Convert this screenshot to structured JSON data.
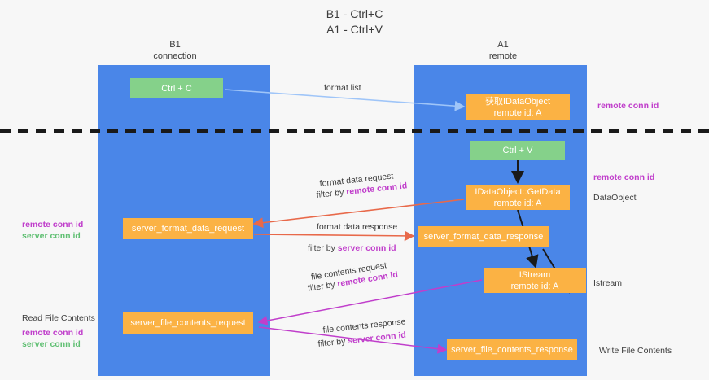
{
  "title": {
    "line1": "B1 - Ctrl+C",
    "line2": "A1 - Ctrl+V"
  },
  "colors": {
    "lane": "#4a86e8",
    "green_node": "#85d18a",
    "orange_node": "#fbb244",
    "remote_conn_id": "#c03ecb",
    "server_conn_id": "#5fbf72",
    "arrow_format_list": "#9fc5f8",
    "arrow_format_data": "#e8694a",
    "arrow_file_contents": "#c03ecb",
    "arrow_black": "#1a1a1a",
    "background": "#f7f7f7"
  },
  "lanes": [
    {
      "name": "b1",
      "title": "B1",
      "subtitle": "connection"
    },
    {
      "name": "a1",
      "title": "A1",
      "subtitle": "remote"
    }
  ],
  "nodes": {
    "ctrl_c": {
      "label": "Ctrl + C",
      "color": "green"
    },
    "get_idataobject": {
      "line1": "获取IDataObject",
      "line2": "remote id: A",
      "color": "orange"
    },
    "ctrl_v": {
      "label": "Ctrl + V",
      "color": "green"
    },
    "idataobject_getdata": {
      "line1": "IDataObject::GetData",
      "line2": "remote id: A",
      "color": "orange"
    },
    "server_format_data_request": {
      "label": "server_format_data_request",
      "color": "orange"
    },
    "server_format_data_response": {
      "label": "server_format_data_response",
      "color": "orange"
    },
    "istream": {
      "line1": "IStream",
      "line2": "remote id: A",
      "color": "orange"
    },
    "server_file_contents_request": {
      "label": "server_file_contents_request",
      "color": "orange"
    },
    "server_file_contents_response": {
      "label": "server_file_contents_response",
      "color": "orange"
    }
  },
  "edge_labels": {
    "format_list": {
      "text": "format list"
    },
    "format_data_request": {
      "line1": "format data request",
      "line2_prefix": "filter by ",
      "line2_highlight": "remote conn id"
    },
    "format_data_response": {
      "line1": "format data response",
      "line2_prefix": "filter by ",
      "line2_highlight": "server conn id"
    },
    "file_contents_request": {
      "line1": "file contents request",
      "line2_prefix": "filter by ",
      "line2_highlight": "remote conn id"
    },
    "file_contents_response": {
      "line1": "file contents response",
      "line2_prefix": "filter by ",
      "line2_highlight": "server conn id"
    }
  },
  "right_labels": {
    "remote_conn_id_top": "remote conn id",
    "remote_conn_id_mid": "remote conn id",
    "dataobject": "DataObject",
    "istream": "Istream",
    "write_file_contents": "Write File Contents"
  },
  "left_labels": {
    "remote_conn_id_1": "remote conn id",
    "server_conn_id_1": "server conn id",
    "read_file_contents": "Read File Contents",
    "remote_conn_id_2": "remote conn id",
    "server_conn_id_2": "server conn id"
  }
}
